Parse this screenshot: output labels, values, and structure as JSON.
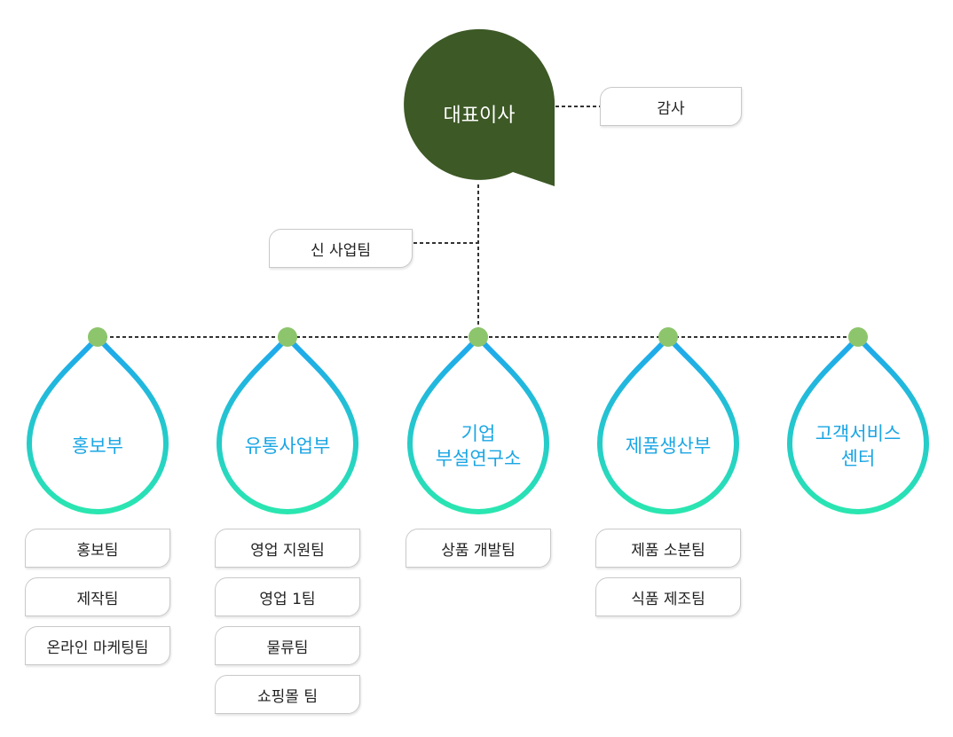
{
  "ceo": {
    "label": "대표이사",
    "color": "#3d5926"
  },
  "audit": {
    "label": "감사"
  },
  "new_business": {
    "label": "신 사업팀"
  },
  "colors": {
    "connector": "#333333",
    "node_dot": "#8dc56c",
    "drop_gradient_top": "#1ea6ee",
    "drop_gradient_bottom": "#2ae6b0",
    "dept_text": "#1aa6e4"
  },
  "departments": [
    {
      "name": "홍보부",
      "lines": [
        "홍보부"
      ],
      "teams": [
        "홍보팀",
        "제작팀",
        "온라인 마케팅팀"
      ]
    },
    {
      "name": "유통사업부",
      "lines": [
        "유통사업부"
      ],
      "teams": [
        "영업 지원팀",
        "영업 1팀",
        "물류팀",
        "쇼핑몰 팀"
      ]
    },
    {
      "name": "기업 부설연구소",
      "lines": [
        "기업",
        "부설연구소"
      ],
      "teams": [
        "상품 개발팀"
      ]
    },
    {
      "name": "제품생산부",
      "lines": [
        "제품생산부"
      ],
      "teams": [
        "제품 소분팀",
        "식품 제조팀"
      ]
    },
    {
      "name": "고객서비스 센터",
      "lines": [
        "고객서비스",
        "센터"
      ],
      "teams": []
    }
  ]
}
